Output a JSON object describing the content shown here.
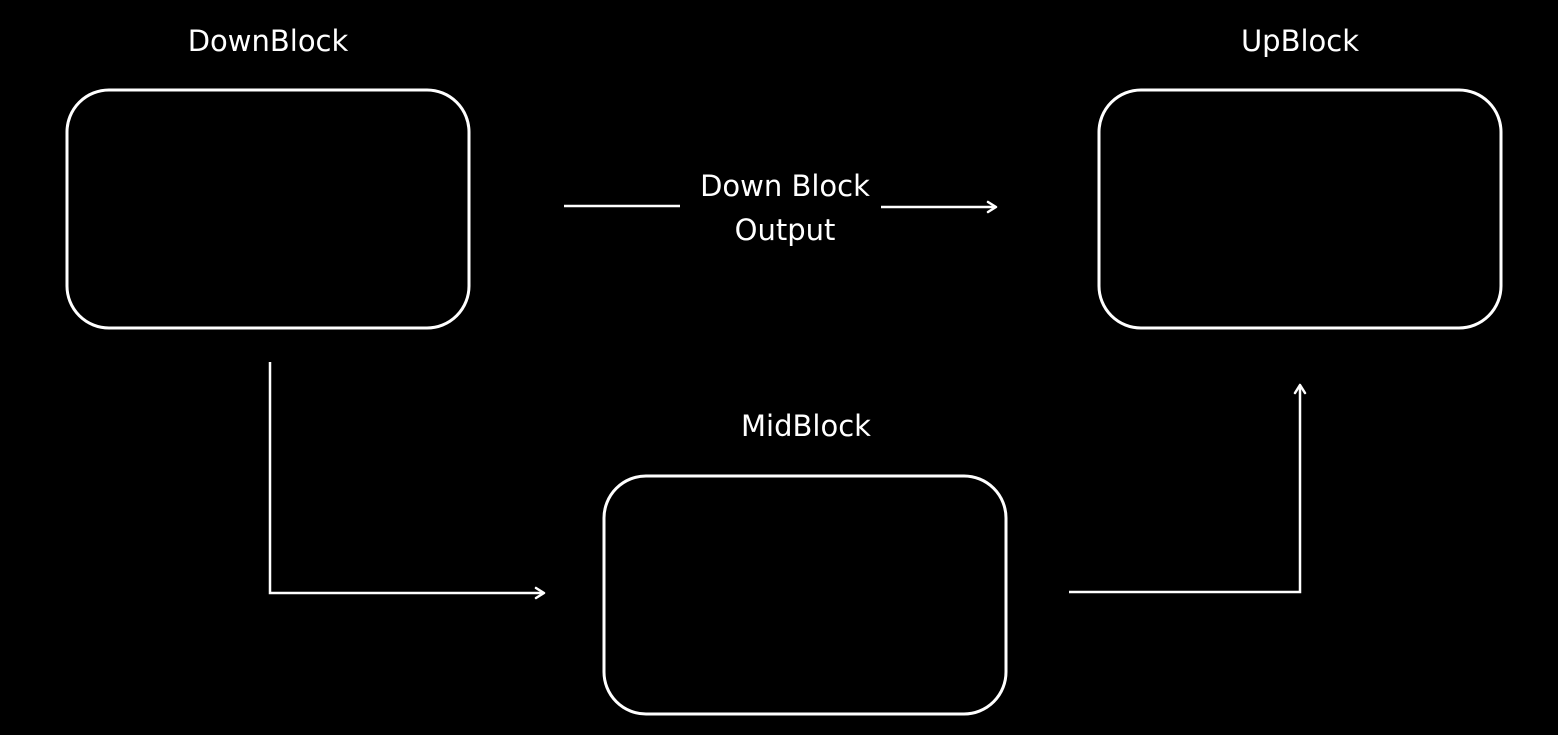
{
  "theme": {
    "background": "#000000",
    "foreground": "#ffffff"
  },
  "blocks": {
    "down": {
      "label": "DownBlock"
    },
    "mid": {
      "label": "MidBlock"
    },
    "up": {
      "label": "UpBlock"
    }
  },
  "edges": {
    "skip_connection": {
      "label_line1": "Down Block",
      "label_line2": "Output"
    }
  }
}
